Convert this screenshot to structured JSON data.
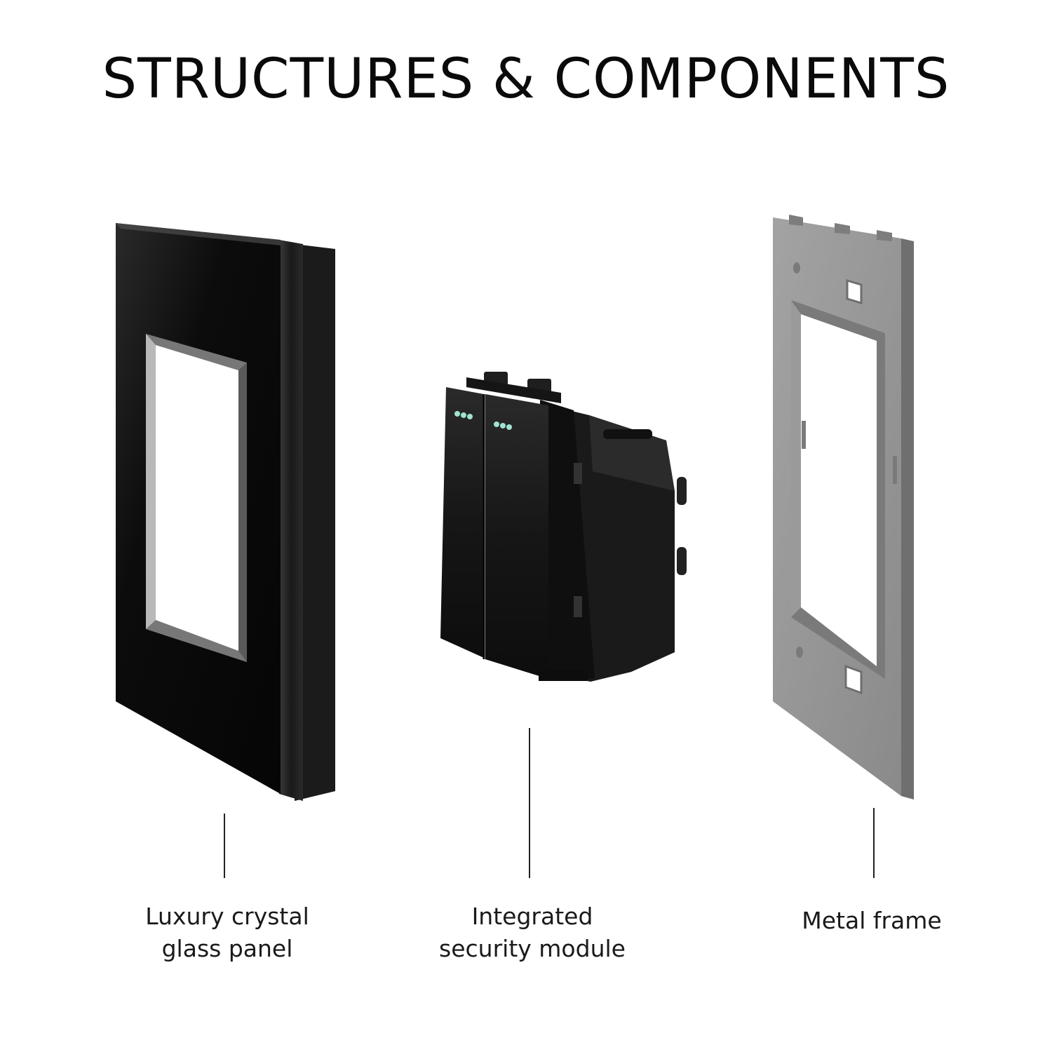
{
  "title": "STRUCTURES & COMPONENTS",
  "components": [
    {
      "label_line1": "Luxury crystal",
      "label_line2": "glass panel",
      "icon": "glass-panel-image"
    },
    {
      "label_line1": "Integrated",
      "label_line2": "security module",
      "icon": "switch-module-image"
    },
    {
      "label_line1": "Metal frame",
      "label_line2": "",
      "icon": "metal-frame-image"
    }
  ],
  "colors": {
    "panel": "#0b0b0b",
    "module": "#141414",
    "frame": "#8f8f8f",
    "led": "#9fe3d0"
  }
}
